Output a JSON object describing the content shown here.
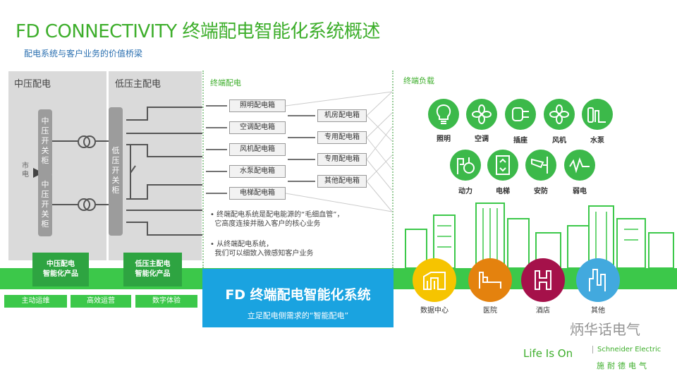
{
  "header": {
    "title": "FD CONNECTIVITY 终端配电智能化系统概述",
    "subtitle": "配电系统与客户业务的价值桥梁"
  },
  "mv": {
    "title": "中压配电",
    "switch1": "中压开关柜",
    "switch2": "中压开关柜",
    "grid": "市电",
    "product": [
      "中压配电",
      "智能化产品"
    ]
  },
  "lv": {
    "title": "低压主配电",
    "switch": "低压开关柜",
    "product": [
      "低压主配电",
      "智能化产品"
    ]
  },
  "pills": [
    "主动运维",
    "高效运营",
    "数字体验"
  ],
  "terminal": {
    "title": "终端配电",
    "boxes": [
      "照明配电箱",
      "空调配电箱",
      "风机配电箱",
      "水泵配电箱",
      "电梯配电箱"
    ],
    "right_boxes": [
      "机房配电箱",
      "专用配电箱",
      "专用配电箱",
      "其他配电箱"
    ],
    "notes": [
      [
        "终端配电系统是配电能源的“毛细血管”，",
        "它高度连接并融入客户的核心业务"
      ],
      [
        "从终端配电系统，",
        "我们可以细致入微感知客户业务"
      ]
    ]
  },
  "fd": {
    "title": "FD 终端配电智能化系统",
    "subtitle": "立足配电侧需求的“智能配电”"
  },
  "loads": {
    "title": "终端负载",
    "row1": [
      "照明",
      "空调",
      "插座",
      "风机",
      "水泵"
    ],
    "row2": [
      "动力",
      "电梯",
      "安防",
      "弱电"
    ]
  },
  "sectors": [
    {
      "label": "数据中心",
      "color": "#f6c400"
    },
    {
      "label": "医院",
      "color": "#e4820e"
    },
    {
      "label": "酒店",
      "color": "#a5114a"
    },
    {
      "label": "其他",
      "color": "#42a9de"
    }
  ],
  "logo": {
    "tagline": "Life Is On",
    "brand": "Schneider Electric",
    "brand_cn": "施耐德电气"
  },
  "watermark": "炳华话电气",
  "colors": {
    "green": "#3dae2b",
    "band": "#3cc84a",
    "blue": "#1aa3e0"
  }
}
